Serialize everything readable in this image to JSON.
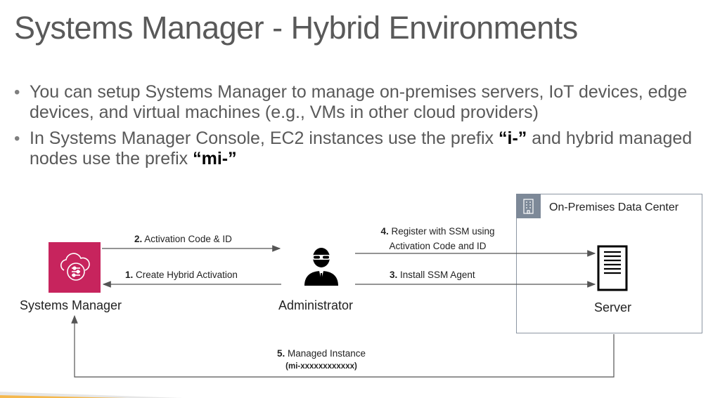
{
  "slide": {
    "title": "Systems Manager - Hybrid Environments",
    "bullets": [
      {
        "text": "You can setup Systems Manager to manage on-premises servers, IoT devices, edge devices, and virtual machines (e.g., VMs in other cloud providers)"
      },
      {
        "text_before": "In Systems Manager Console, EC2 instances use the prefix ",
        "code1": "“i-”",
        "text_middle": " and hybrid managed nodes use the prefix ",
        "code2": "“mi-”"
      }
    ]
  },
  "diagram": {
    "nodes": {
      "systems_manager": "Systems Manager",
      "administrator": "Administrator",
      "server": "Server",
      "datacenter": "On-Premises Data Center"
    },
    "steps": [
      {
        "num": "2.",
        "label": "Activation Code & ID"
      },
      {
        "num": "1.",
        "label": "Create Hybrid Activation"
      },
      {
        "num": "4.",
        "label_line1": "Register with SSM using",
        "label_line2": "Activation Code and ID"
      },
      {
        "num": "3.",
        "label": "Install SSM Agent"
      },
      {
        "num": "5.",
        "label": "Managed Instance",
        "sub": "(mi-xxxxxxxxxxxx)"
      }
    ],
    "colors": {
      "systems_manager_icon": "#c7245d",
      "datacenter_border": "#8c96a3",
      "arrow": "#555555"
    },
    "icons": [
      "systems-manager-icon",
      "administrator-icon",
      "server-icon",
      "building-icon"
    ]
  }
}
